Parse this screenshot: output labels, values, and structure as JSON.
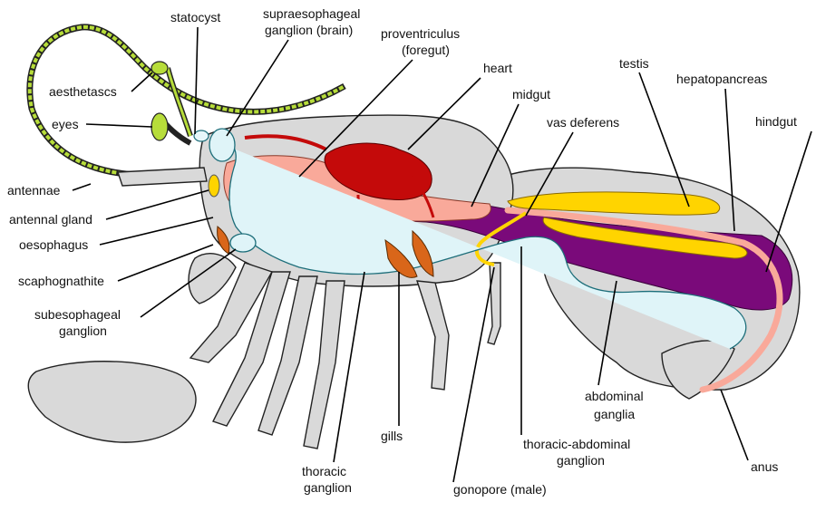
{
  "labels": {
    "statocyst": "statocyst",
    "supra1": "supraesophageal",
    "supra2": "ganglion (brain)",
    "prov1": "proventriculus",
    "prov2": "(foregut)",
    "heart": "heart",
    "midgut": "midgut",
    "testis": "testis",
    "hepatopancreas": "hepatopancreas",
    "vas_deferens": "vas deferens",
    "hindgut": "hindgut",
    "aesthetascs": "aesthetascs",
    "eyes": "eyes",
    "antennae": "antennae",
    "antennal_gland": "antennal gland",
    "oesophagus": "oesophagus",
    "scaphognathite": "scaphognathite",
    "subeso1": "subesophageal",
    "subeso2": "ganglion",
    "abd1": "abdominal",
    "abd2": "ganglia",
    "gills": "gills",
    "tag1": "thoracic-abdominal",
    "tag2": "ganglion",
    "anus": "anus",
    "thor1": "thoracic",
    "thor2": "ganglion",
    "gonopore": "gonopore (male)"
  },
  "colors": {
    "body": "#d9d9d9",
    "foregut": "#f9a99a",
    "heart": "#c40a0a",
    "hepatopancreas": "#7a0a7a",
    "testis": "#ffd400",
    "nerve": "#dff4f8",
    "antenna": "#b7dd3a"
  }
}
